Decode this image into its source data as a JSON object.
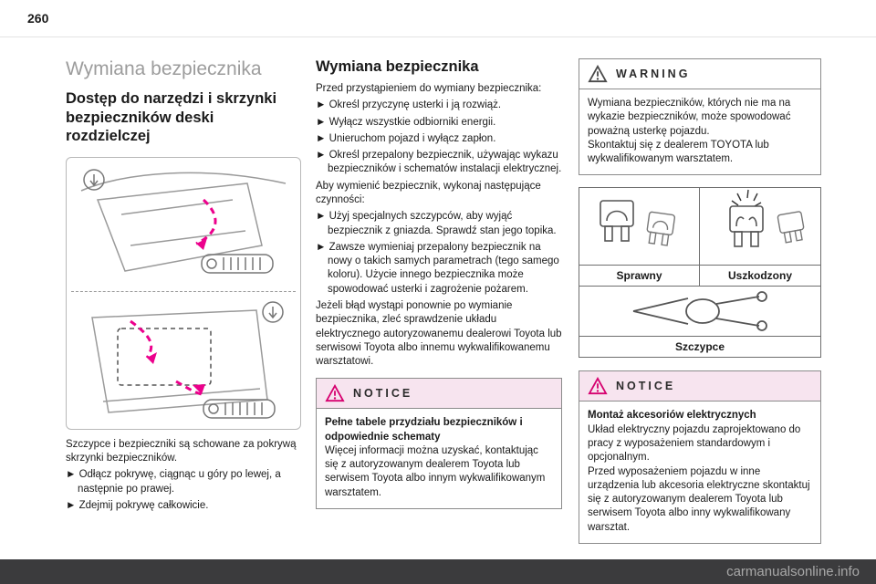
{
  "page": {
    "number": "260"
  },
  "colors": {
    "accent": "#e5007d",
    "notice_header_bg": "#f7e4ef"
  },
  "icons": {
    "warning": "warning-triangle-icon",
    "notice": "notice-triangle-icon"
  },
  "left": {
    "section_title": "Wymiana bezpiecznika",
    "subtitle": "Dostęp do narzędzi i skrzynki bezpieczników deski rozdzielczej",
    "caption": "Szczypce i bezpieczniki są schowane za pokrywą skrzynki bezpieczników.",
    "bullets": [
      "► Odłącz pokrywę, ciągnąc u góry po lewej, a następnie po prawej.",
      "► Zdejmij pokrywę całkowicie."
    ]
  },
  "middle": {
    "title": "Wymiana bezpiecznika",
    "intro": "Przed przystąpieniem do wymiany bezpiecznika:",
    "steps1": [
      "► Określ przyczynę usterki i ją rozwiąż.",
      "► Wyłącz wszystkie odbiorniki energii.",
      "► Unieruchom pojazd i wyłącz zapłon.",
      "► Określ przepalony bezpiecznik, używając wykazu bezpieczników i schematów instalacji elektrycznej."
    ],
    "para2": "Aby wymienić bezpiecznik, wykonaj następujące czynności:",
    "steps2": [
      "► Użyj specjalnych szczypców, aby wyjąć bezpiecznik z gniazda. Sprawdź stan jego topika.",
      "► Zawsze wymieniaj przepalony bezpiecznik na nowy o takich samych parametrach (tego samego koloru). Użycie innego bezpiecznika może spowodować usterki i zagrożenie pożarem."
    ],
    "para3": "Jeżeli błąd wystąpi ponownie po wymianie bezpiecznika, zleć sprawdzenie układu elektrycznego autoryzowanemu dealerowi Toyota lub serwisowi Toyota albo innemu wykwalifikowanemu warsztatowi.",
    "notice": {
      "label": "NOTICE",
      "title": "Pełne tabele przydziału bezpieczników i odpowiednie schematy",
      "body": "Więcej informacji można uzyskać, kontaktując się z autoryzowanym dealerem Toyota lub serwisem Toyota albo innym wykwalifikowanym warsztatem."
    }
  },
  "right": {
    "warning": {
      "label": "WARNING",
      "body1": "Wymiana bezpieczników, których nie ma na wykazie bezpieczników, może spowodować poważną usterkę pojazdu.",
      "body2": "Skontaktuj się z dealerem TOYOTA lub wykwalifikowanym warsztatem."
    },
    "fuse_table": {
      "label_good": "Sprawny",
      "label_damaged": "Uszkodzony",
      "label_pliers": "Szczypce"
    },
    "notice": {
      "label": "NOTICE",
      "title": "Montaż akcesoriów elektrycznych",
      "body1": "Układ elektryczny pojazdu zaprojektowano do pracy z wyposażeniem standardowym i opcjonalnym.",
      "body2": "Przed wyposażeniem pojazdu w inne urządzenia lub akcesoria elektryczne skontaktuj się z autoryzowanym dealerem Toyota lub serwisem Toyota albo inny wykwalifikowany warsztat."
    }
  },
  "footer": {
    "watermark": "carmanualsonline.info"
  }
}
